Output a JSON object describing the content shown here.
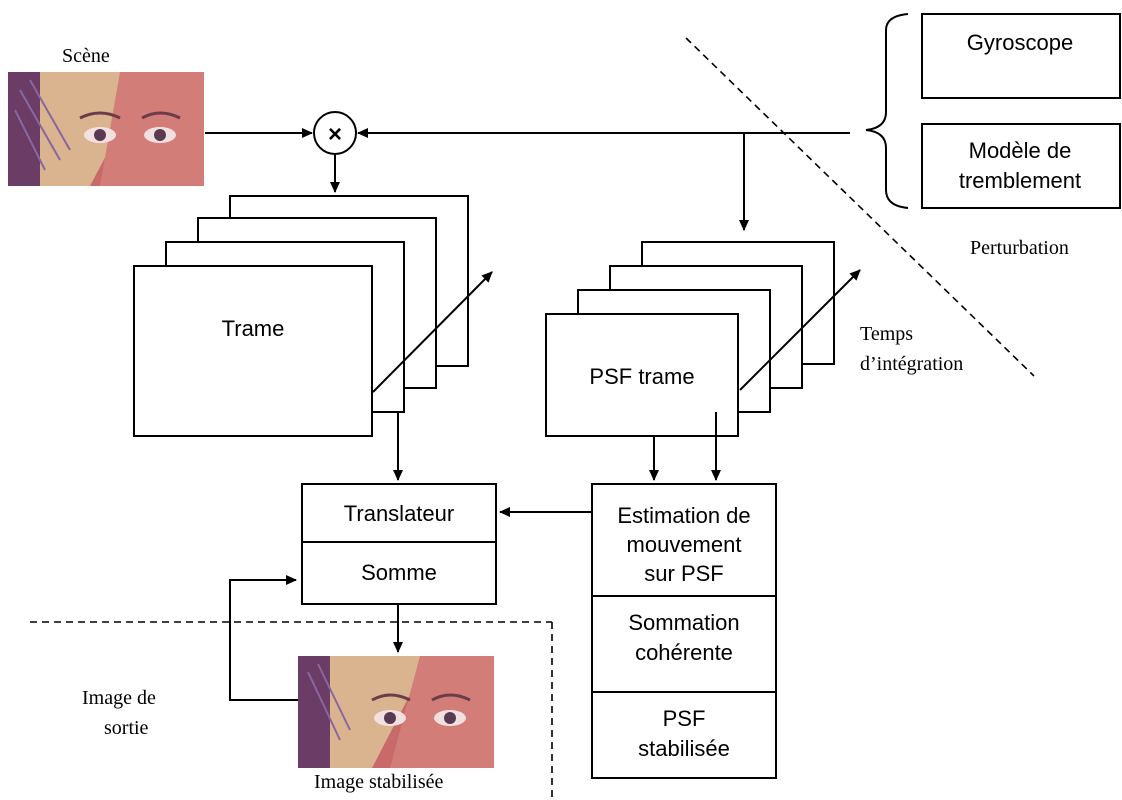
{
  "labels": {
    "scene": "Scène",
    "perturbation": "Perturbation",
    "temps_line1": "Temps",
    "temps_line2": "d’intégration",
    "image_sortie_line1": "Image de",
    "image_sortie_line2": "sortie",
    "image_stabilisee": "Image stabilisée"
  },
  "blocks": {
    "gyroscope": "Gyroscope",
    "modele_line1": "Modèle de",
    "modele_line2": "tremblement",
    "trame": "Trame",
    "psf_trame": "PSF trame",
    "translateur": "Translateur",
    "somme": "Somme",
    "estimation_line1": "Estimation de",
    "estimation_line2": "mouvement",
    "estimation_line3": "sur PSF",
    "sommation_line1": "Sommation",
    "sommation_line2": "cohérente",
    "psf_stab_line1": "PSF",
    "psf_stab_line2": "stabilisée"
  },
  "multiplier_symbol": "×",
  "colors": {
    "photo_skin": "#c8606a",
    "photo_hat": "#d9b48f",
    "photo_hair": "#6b3d66",
    "photo_eye": "#5a3a52"
  }
}
